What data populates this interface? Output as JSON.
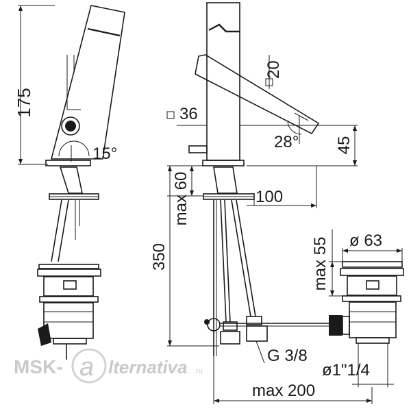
{
  "labels": {
    "height_175": "175",
    "angle_15": "15°",
    "square_36": "36",
    "square_20": "20",
    "angle_28": "28°",
    "dim_45": "45",
    "max_60": "max 60",
    "dim_100": "100",
    "dim_350": "350",
    "max_55": "max 55",
    "dia_63": "ø 63",
    "g_38": "G 3/8",
    "dia_1_1_4": "ø1\"1/4",
    "max_200": "max 200"
  },
  "watermark": {
    "left": "MSK-",
    "right": "lternativa",
    "suffix": ".ru",
    "letter": "a"
  }
}
